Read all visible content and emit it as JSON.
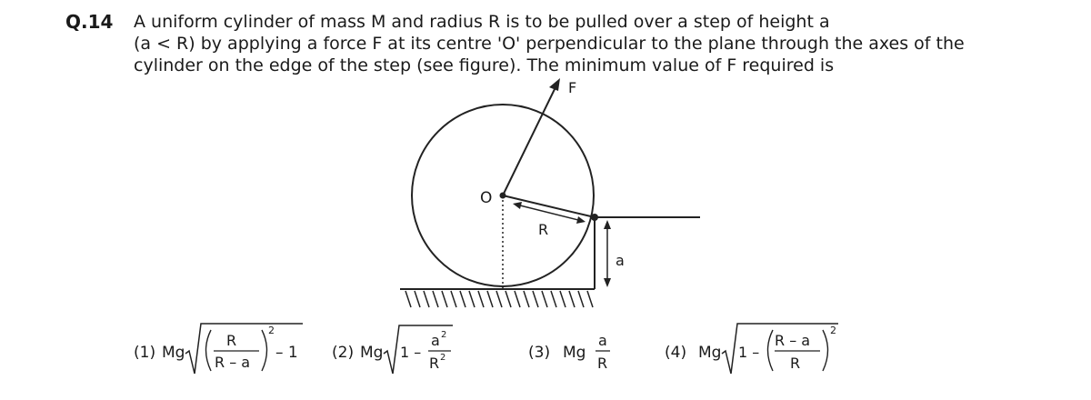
{
  "question": {
    "number": "Q.14",
    "lines": [
      "A uniform cylinder of mass M and radius R is to be pulled over a step of height a",
      "(a < R) by applying a force F at its centre 'O' perpendicular to the plane through the axes of the",
      "cylinder on the edge of the step (see figure). The minimum value of F required is"
    ]
  },
  "figure": {
    "force_label": "F",
    "center_label": "O",
    "radius_label": "R",
    "height_label": "a"
  },
  "options": {
    "opt1": {
      "num": "(1)",
      "mg": "Mg",
      "num_r": "R",
      "den": "R – a",
      "exp": "2",
      "tail": "– 1"
    },
    "opt2": {
      "num": "(2)",
      "mg": "Mg",
      "one": "1 –",
      "frac_num": "a",
      "frac_den": "R",
      "exp_num": "2",
      "exp_den": "2"
    },
    "opt3": {
      "num": "(3)",
      "mg": "Mg",
      "frac_num": "a",
      "frac_den": "R"
    },
    "opt4": {
      "num": "(4)",
      "mg": "Mg",
      "one": "1 –",
      "frac_num": "R – a",
      "frac_den": "R",
      "exp": "2"
    }
  }
}
